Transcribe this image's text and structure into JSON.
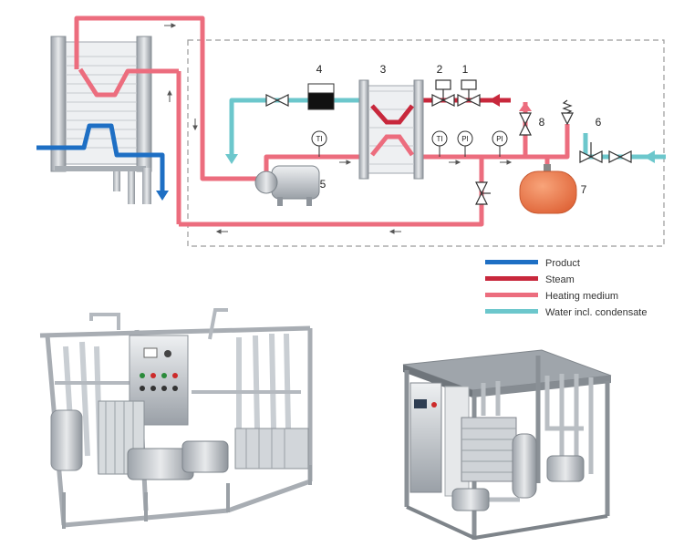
{
  "colors": {
    "product": "#1e6fc4",
    "steam": "#c8283c",
    "heating": "#ec6d7e",
    "water": "#6cc7cc",
    "vessel": "#f08050",
    "frame": "#bcbfc4",
    "dash": "#999999"
  },
  "components": [
    {
      "id": "1",
      "label": "1"
    },
    {
      "id": "2",
      "label": "2"
    },
    {
      "id": "3",
      "label": "3"
    },
    {
      "id": "4",
      "label": "4"
    },
    {
      "id": "5",
      "label": "5"
    },
    {
      "id": "6",
      "label": "6"
    },
    {
      "id": "7",
      "label": "7"
    },
    {
      "id": "8",
      "label": "8"
    }
  ],
  "gauges": [
    "TI",
    "TI",
    "PI",
    "PI"
  ],
  "legend": [
    {
      "label": "Product",
      "color": "#1e6fc4"
    },
    {
      "label": "Steam",
      "color": "#c8283c"
    },
    {
      "label": "Heating medium",
      "color": "#ec6d7e"
    },
    {
      "label": "Water incl. condensate",
      "color": "#6cc7cc"
    }
  ],
  "photos": [
    {
      "icon": "pasteurizer-unit-open-frame-photo"
    },
    {
      "icon": "pasteurizer-unit-enclosed-frame-photo"
    }
  ]
}
